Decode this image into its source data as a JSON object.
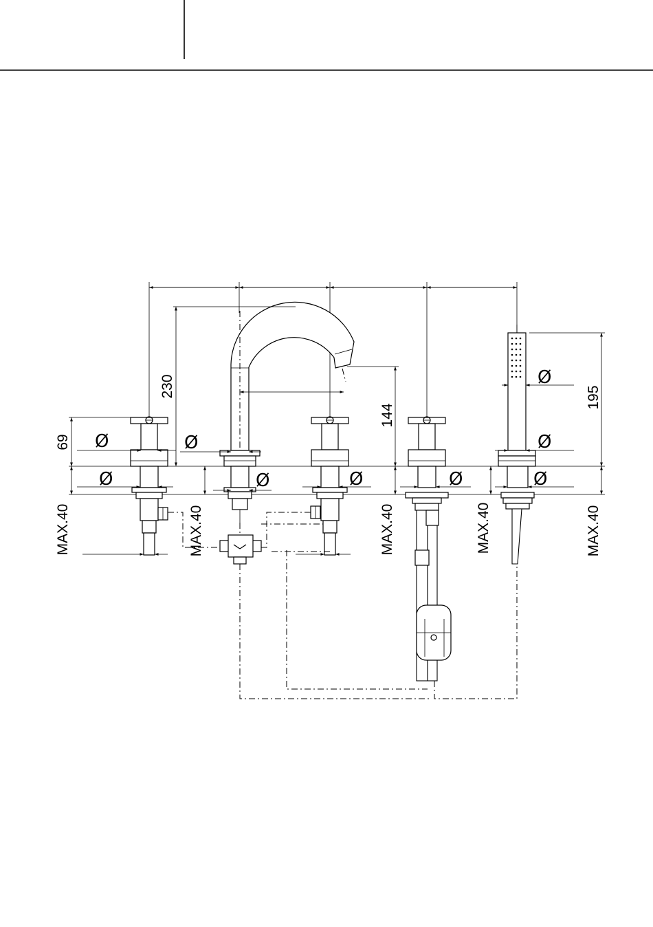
{
  "dimensions": {
    "handle_height": "69",
    "spout_height": "230",
    "spout_outlet_height": "144",
    "handshower_height": "195",
    "max_deck": "MAX.40",
    "diameter_symbol": "Ø"
  }
}
